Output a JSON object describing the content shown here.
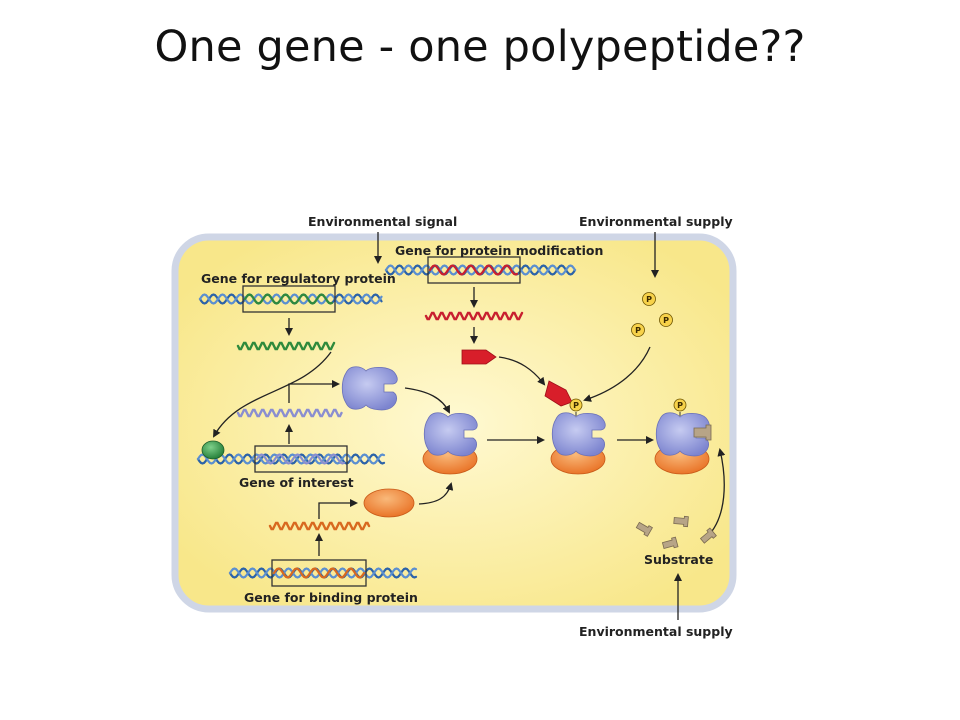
{
  "slide": {
    "title": "One gene - one polypeptide??"
  },
  "diagram": {
    "labels": {
      "environmental_signal": "Environmental signal",
      "environmental_supply_top": "Environmental supply",
      "environmental_supply_bottom": "Environmental supply",
      "gene_for_protein_modification": "Gene for protein modification",
      "gene_for_regulatory_protein": "Gene for regulatory protein",
      "gene_of_interest": "Gene of interest",
      "gene_for_binding_protein": "Gene for binding protein",
      "substrate": "Substrate",
      "phosphate": "P"
    },
    "colors": {
      "cell_fill": "#fbf0a6",
      "cell_border": "#cfd6e6",
      "dna_blue": "#2c63a8",
      "regulatory_green": "#2f8a3c",
      "mrna_purple": "#8a8ed0",
      "mrna_red": "#c8202f",
      "mrna_orange": "#d8691f",
      "protein_lavender": "#9aa1dc",
      "protein_orange": "#f08a3a",
      "modifier_red": "#d81e2a",
      "substrate_tan": "#b7a487",
      "phosphate_yellow": "#f7d24a"
    }
  }
}
